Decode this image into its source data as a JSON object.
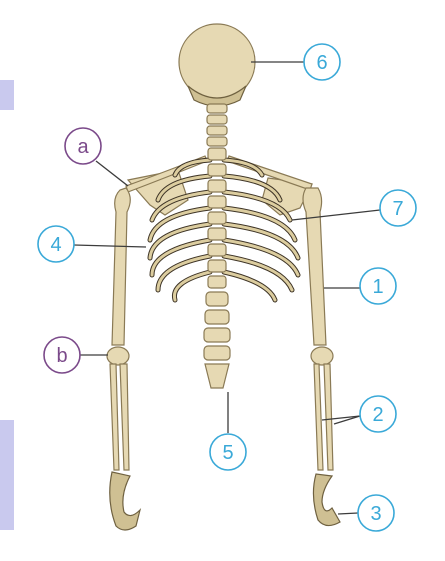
{
  "diagram": {
    "labels": [
      {
        "id": "label-6",
        "text": "6",
        "color": "#3aa9d8"
      },
      {
        "id": "label-a",
        "text": "a",
        "color": "#7b4a8a"
      },
      {
        "id": "label-7",
        "text": "7",
        "color": "#3aa9d8"
      },
      {
        "id": "label-4",
        "text": "4",
        "color": "#3aa9d8"
      },
      {
        "id": "label-1",
        "text": "1",
        "color": "#3aa9d8"
      },
      {
        "id": "label-b",
        "text": "b",
        "color": "#7b4a8a"
      },
      {
        "id": "label-2",
        "text": "2",
        "color": "#3aa9d8"
      },
      {
        "id": "label-5",
        "text": "5",
        "color": "#3aa9d8"
      },
      {
        "id": "label-3",
        "text": "3",
        "color": "#3aa9d8"
      }
    ],
    "colors": {
      "background": "#ffffff",
      "side_shading": "#c9c9ee",
      "bone": "#e6d9b3",
      "rib_shadow": "#3e3426",
      "number_ring": "#3aa9d8",
      "letter_ring": "#7b4a8a"
    }
  }
}
